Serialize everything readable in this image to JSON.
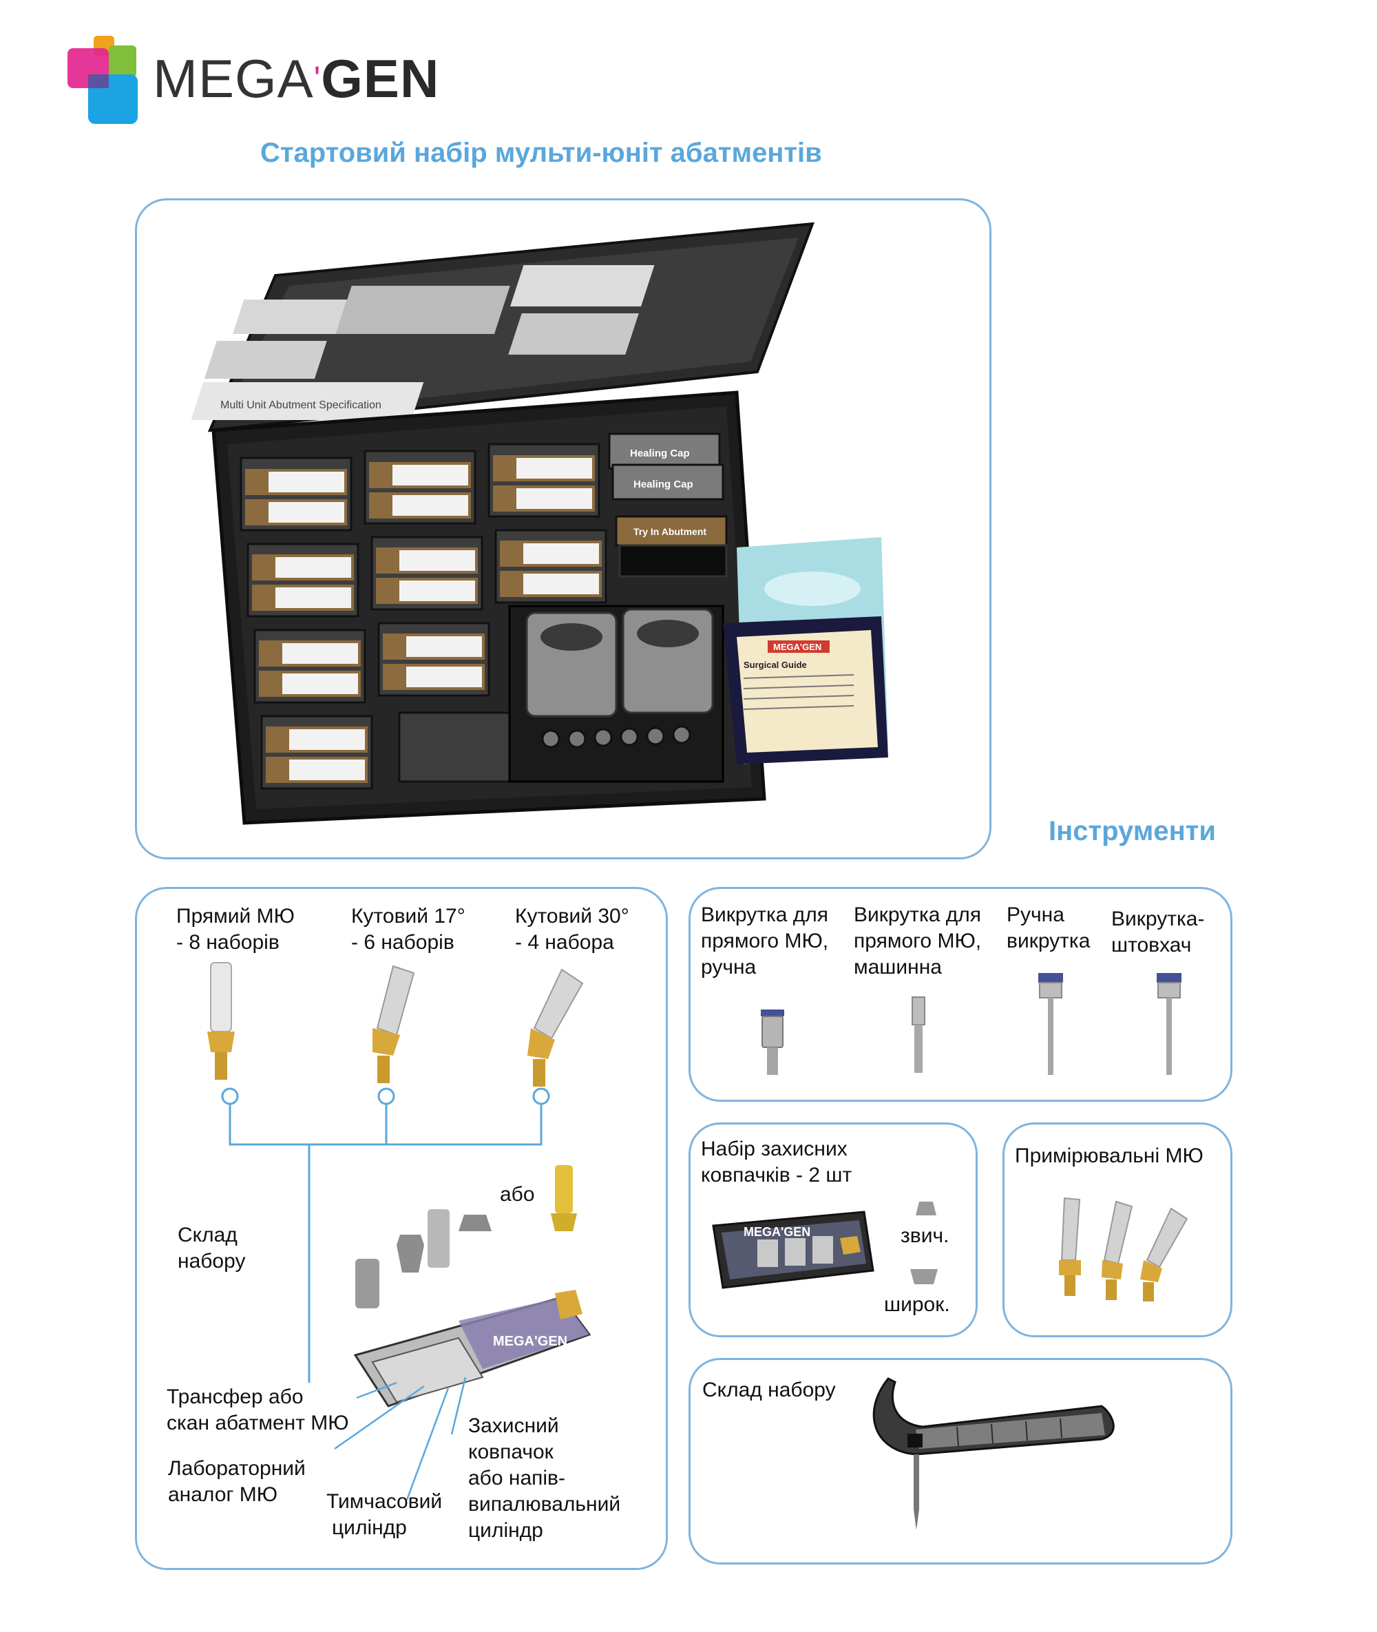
{
  "brand": {
    "logo_text_a": "MEGA",
    "logo_text_b": "GEN"
  },
  "title": "Стартовий набір мульти-юніт абатментів",
  "instruments_heading": "Інструменти",
  "kit_image": {
    "lid_caption": "Multi Unit Abutment Specification",
    "tray_labels": {
      "healing_cap_1": "Healing Cap",
      "healing_cap_2": "Healing Cap",
      "try_in": "Try In Abutment",
      "guide_brand": "MEGA'GEN",
      "guide_title": "Surgical Guide"
    }
  },
  "abutments_panel": {
    "types": [
      {
        "line1": "Прямий МЮ",
        "line2": "- 8 наборів"
      },
      {
        "line1": "Кутовий 17°",
        "line2": "- 6 наборів"
      },
      {
        "line1": "Кутовий 30°",
        "line2": "- 4 набора"
      }
    ],
    "or_label": "або",
    "kit_contents_line1": "Склад",
    "kit_contents_line2": "набору",
    "box_brand": "MEGA'GEN",
    "callouts": {
      "transfer_line1": "Трансфер або",
      "transfer_line2": "скан абатмент МЮ",
      "lab_line1": "Лабораторний",
      "lab_line2": "аналог МЮ",
      "temp_line1": "Тимчасовий",
      "temp_line2": "циліндр",
      "cap_line1": "Захисний",
      "cap_line2": "ковпачок",
      "cap_line3": "або напів-",
      "cap_line4": "випалювальний",
      "cap_line5": "циліндр"
    }
  },
  "tools_panel": {
    "tools": [
      {
        "line1": "Викрутка для",
        "line2": "прямого МЮ,",
        "line3": "ручна"
      },
      {
        "line1": "Викрутка для",
        "line2": "прямого МЮ,",
        "line3": "машинна"
      },
      {
        "line1": "Ручна",
        "line2": "викрутка",
        "line3": ""
      },
      {
        "line1": "Викрутка-",
        "line2": "штовхач",
        "line3": ""
      }
    ]
  },
  "caps_panel": {
    "title_line1": "Набір захисних",
    "title_line2": "ковпачків - 2 шт",
    "box_brand": "MEGA'GEN",
    "regular": "звич.",
    "wide": "широк."
  },
  "tryin_panel": {
    "title": "Примірювальні МЮ"
  },
  "guide_panel": {
    "title": "Склад набору"
  },
  "colors": {
    "accent": "#5aa7dc",
    "border": "#7fb4df",
    "gold": "#d8a93a",
    "kit_black": "#1c1c1c"
  }
}
